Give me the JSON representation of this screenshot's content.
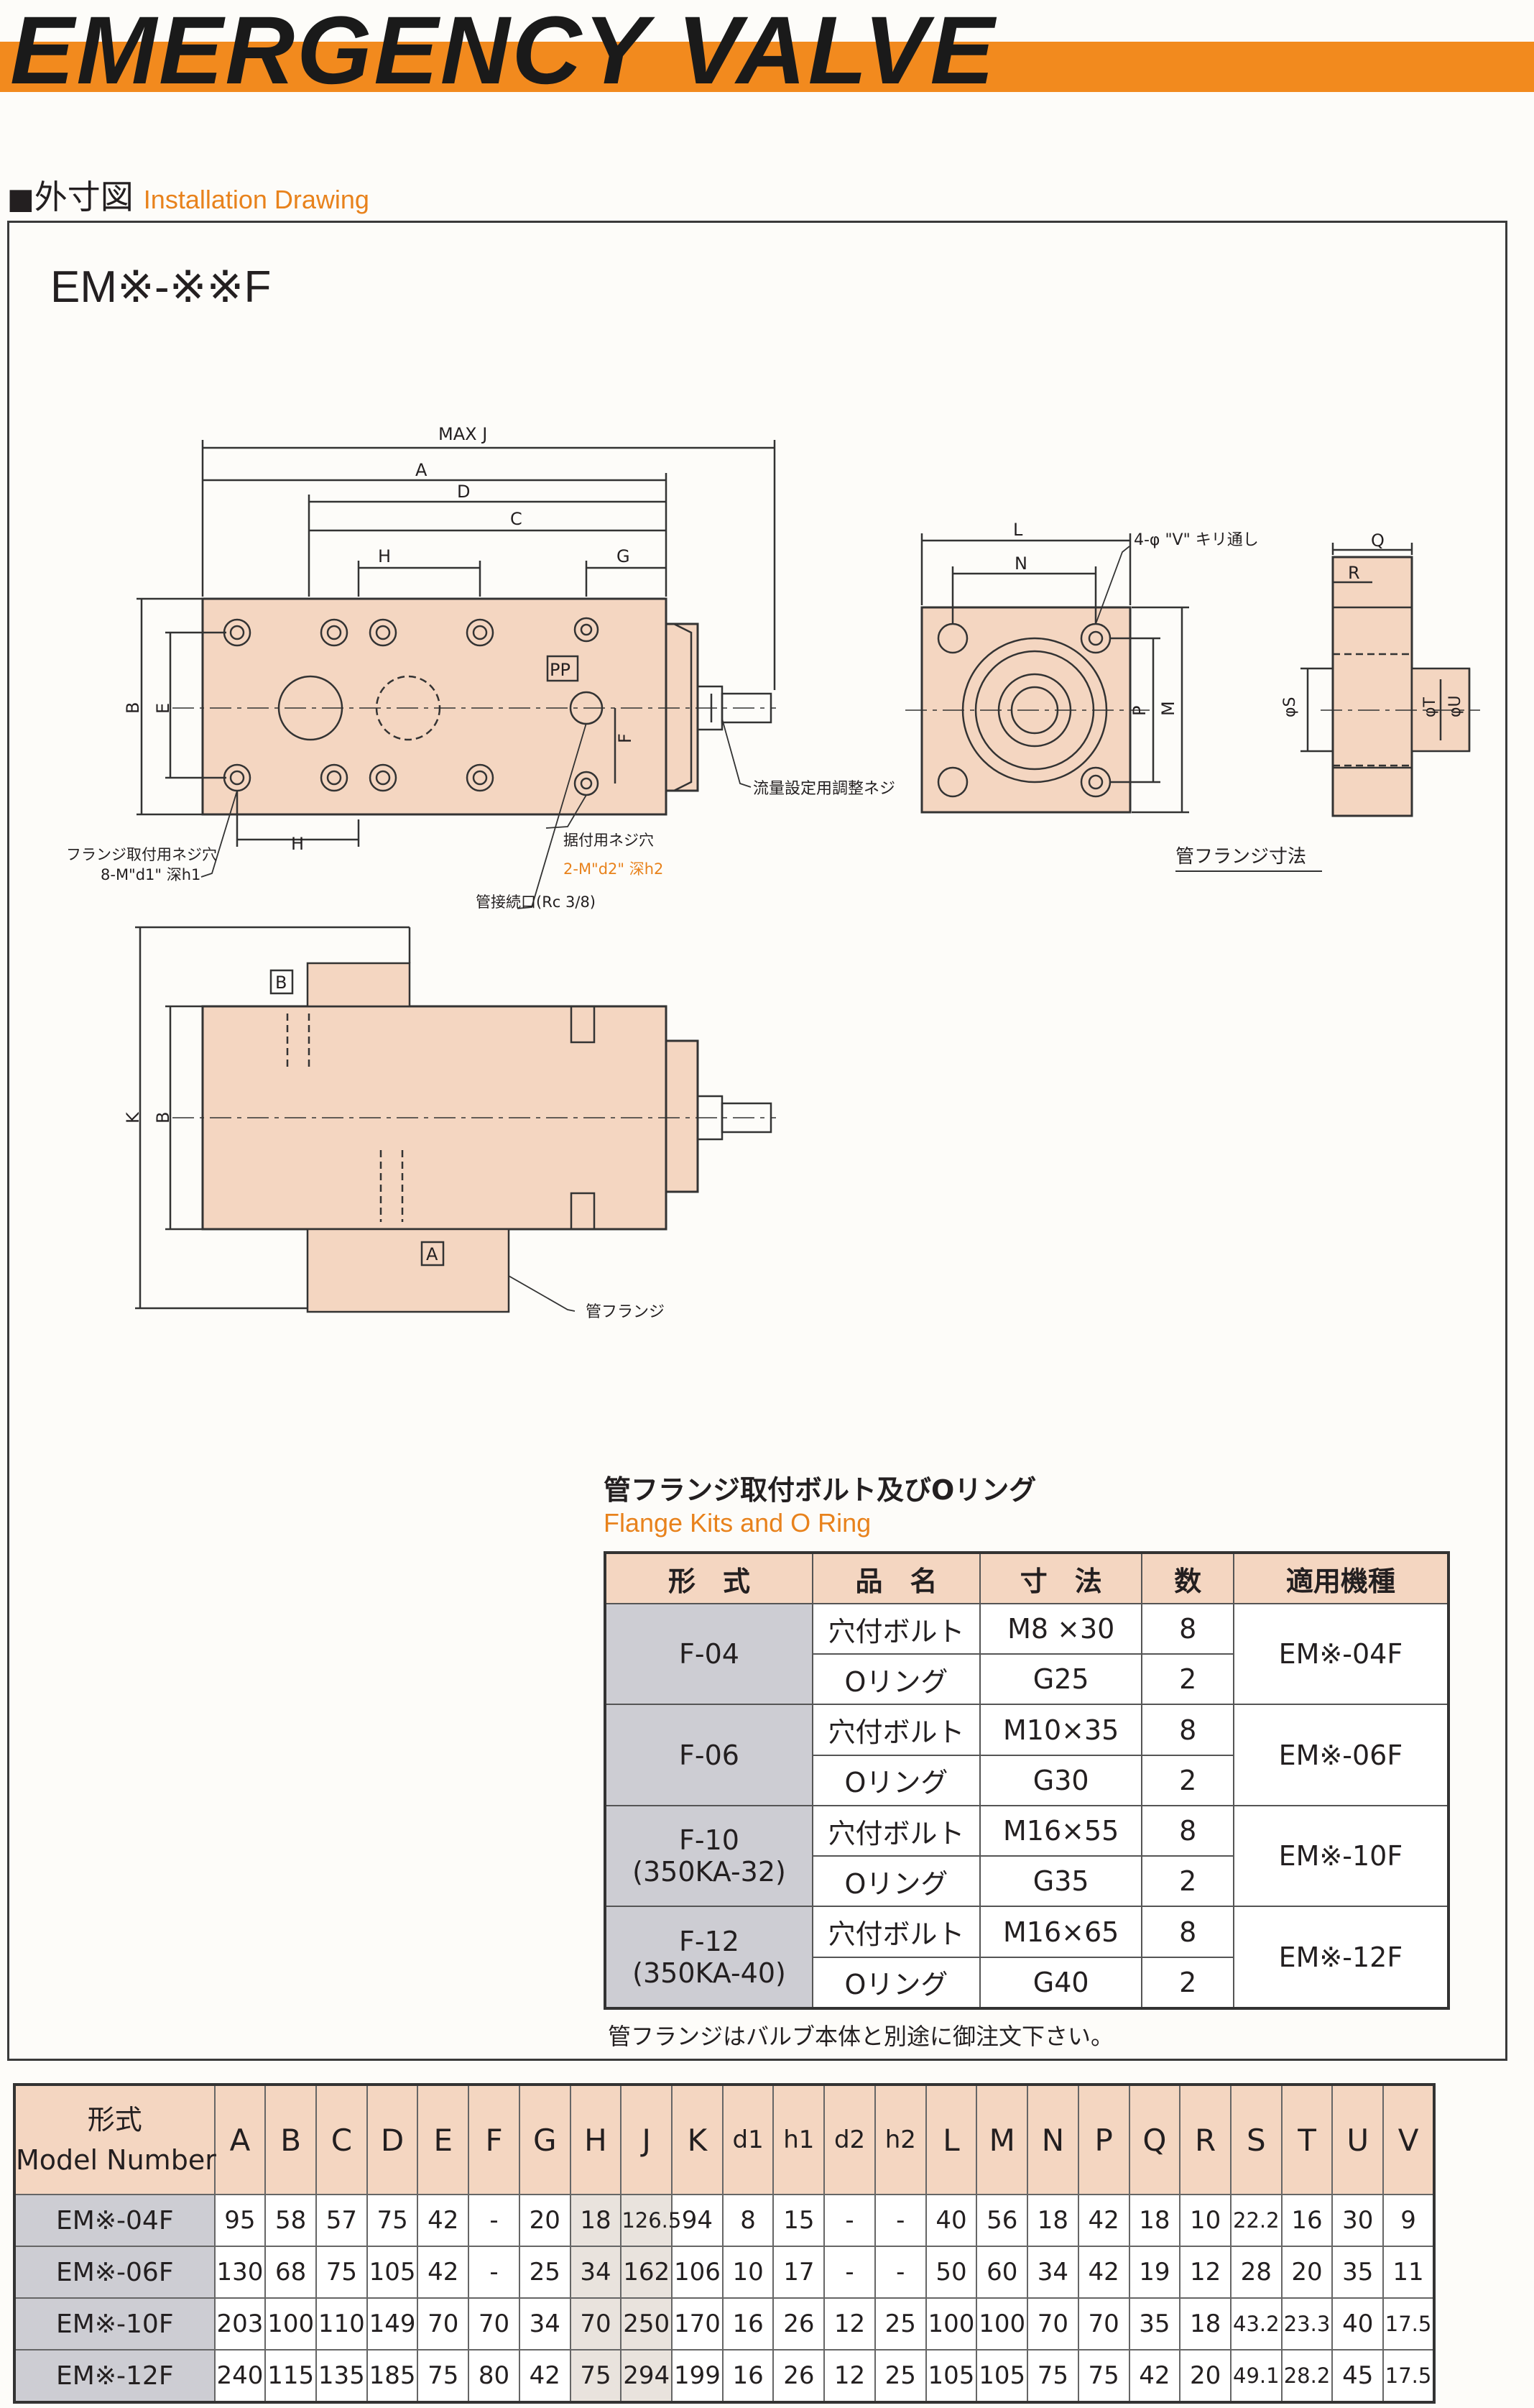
{
  "header": {
    "title": "EMERGENCY  VALVE"
  },
  "section": {
    "square": "■",
    "title_jp": "外寸図",
    "title_en": "Installation Drawing"
  },
  "drawing": {
    "model_code": "EM※-※※F",
    "labels": {
      "max_j": "MAX J",
      "a": "A",
      "d": "D",
      "c": "C",
      "h": "H",
      "g": "G",
      "b": "B",
      "e": "E",
      "f": "F",
      "pp": "PP",
      "k": "K",
      "l": "L",
      "n": "N",
      "p": "P",
      "m": "M",
      "q": "Q",
      "r": "R",
      "phi_s": "φS",
      "phi_t": "φT",
      "phi_u": "φU",
      "box_b": "B",
      "box_a": "A",
      "holes_4v": "4-φ \"V\" キリ通し",
      "flow_screw": "流量設定用調整ネジ",
      "flange_screw": "フランジ取付用ネジ穴",
      "flange_screw_spec": "8-M\"d1\" 深h1",
      "mount_screw": "据付用ネジ穴",
      "mount_screw_spec": "2-M\"d2\" 深h2",
      "pipe_port": "管接続口(Rc 3/8)",
      "pipe_flange_dims": "管フランジ寸法",
      "pipe_flange": "管フランジ"
    }
  },
  "flange_kits": {
    "title_jp": "管フランジ取付ボルト及びOリング",
    "title_en": "Flange Kits and O Ring",
    "headers": [
      "形　式",
      "品　名",
      "寸　法",
      "数",
      "適用機種"
    ],
    "groups": [
      {
        "type": "F-04",
        "type2": "",
        "rows": [
          {
            "part": "穴付ボルト",
            "size": "M8 ×30",
            "qty": "8"
          },
          {
            "part": "Oリング",
            "size": "G25",
            "qty": "2"
          }
        ],
        "model": "EM※-04F"
      },
      {
        "type": "F-06",
        "type2": "",
        "rows": [
          {
            "part": "穴付ボルト",
            "size": "M10×35",
            "qty": "8"
          },
          {
            "part": "Oリング",
            "size": "G30",
            "qty": "2"
          }
        ],
        "model": "EM※-06F"
      },
      {
        "type": "F-10",
        "type2": "(350KA-32)",
        "rows": [
          {
            "part": "穴付ボルト",
            "size": "M16×55",
            "qty": "8"
          },
          {
            "part": "Oリング",
            "size": "G35",
            "qty": "2"
          }
        ],
        "model": "EM※-10F"
      },
      {
        "type": "F-12",
        "type2": "(350KA-40)",
        "rows": [
          {
            "part": "穴付ボルト",
            "size": "M16×65",
            "qty": "8"
          },
          {
            "part": "Oリング",
            "size": "G40",
            "qty": "2"
          }
        ],
        "model": "EM※-12F"
      }
    ],
    "note": "管フランジはバルブ本体と別途に御注文下さい。"
  },
  "dimensions": {
    "model_header_jp": "形式",
    "model_header_en": "Model Number",
    "columns": [
      "A",
      "B",
      "C",
      "D",
      "E",
      "F",
      "G",
      "H",
      "J",
      "K",
      "d1",
      "h1",
      "d2",
      "h2",
      "L",
      "M",
      "N",
      "P",
      "Q",
      "R",
      "S",
      "T",
      "U",
      "V"
    ],
    "rows": [
      {
        "model": "EM※-04F",
        "values": [
          "95",
          "58",
          "57",
          "75",
          "42",
          "-",
          "20",
          "18",
          "126.5",
          "94",
          "8",
          "15",
          "-",
          "-",
          "40",
          "56",
          "18",
          "42",
          "18",
          "10",
          "22.2",
          "16",
          "30",
          "9"
        ]
      },
      {
        "model": "EM※-06F",
        "values": [
          "130",
          "68",
          "75",
          "105",
          "42",
          "-",
          "25",
          "34",
          "162",
          "106",
          "10",
          "17",
          "-",
          "-",
          "50",
          "60",
          "34",
          "42",
          "19",
          "12",
          "28",
          "20",
          "35",
          "11"
        ]
      },
      {
        "model": "EM※-10F",
        "values": [
          "203",
          "100",
          "110",
          "149",
          "70",
          "70",
          "34",
          "70",
          "250",
          "170",
          "16",
          "26",
          "12",
          "25",
          "100",
          "100",
          "70",
          "70",
          "35",
          "18",
          "43.2",
          "23.3",
          "40",
          "17.5"
        ]
      },
      {
        "model": "EM※-12F",
        "values": [
          "240",
          "115",
          "135",
          "185",
          "75",
          "80",
          "42",
          "75",
          "294",
          "199",
          "16",
          "26",
          "12",
          "25",
          "105",
          "105",
          "75",
          "75",
          "42",
          "20",
          "49.1",
          "28.2",
          "45",
          "17.5"
        ]
      }
    ]
  }
}
